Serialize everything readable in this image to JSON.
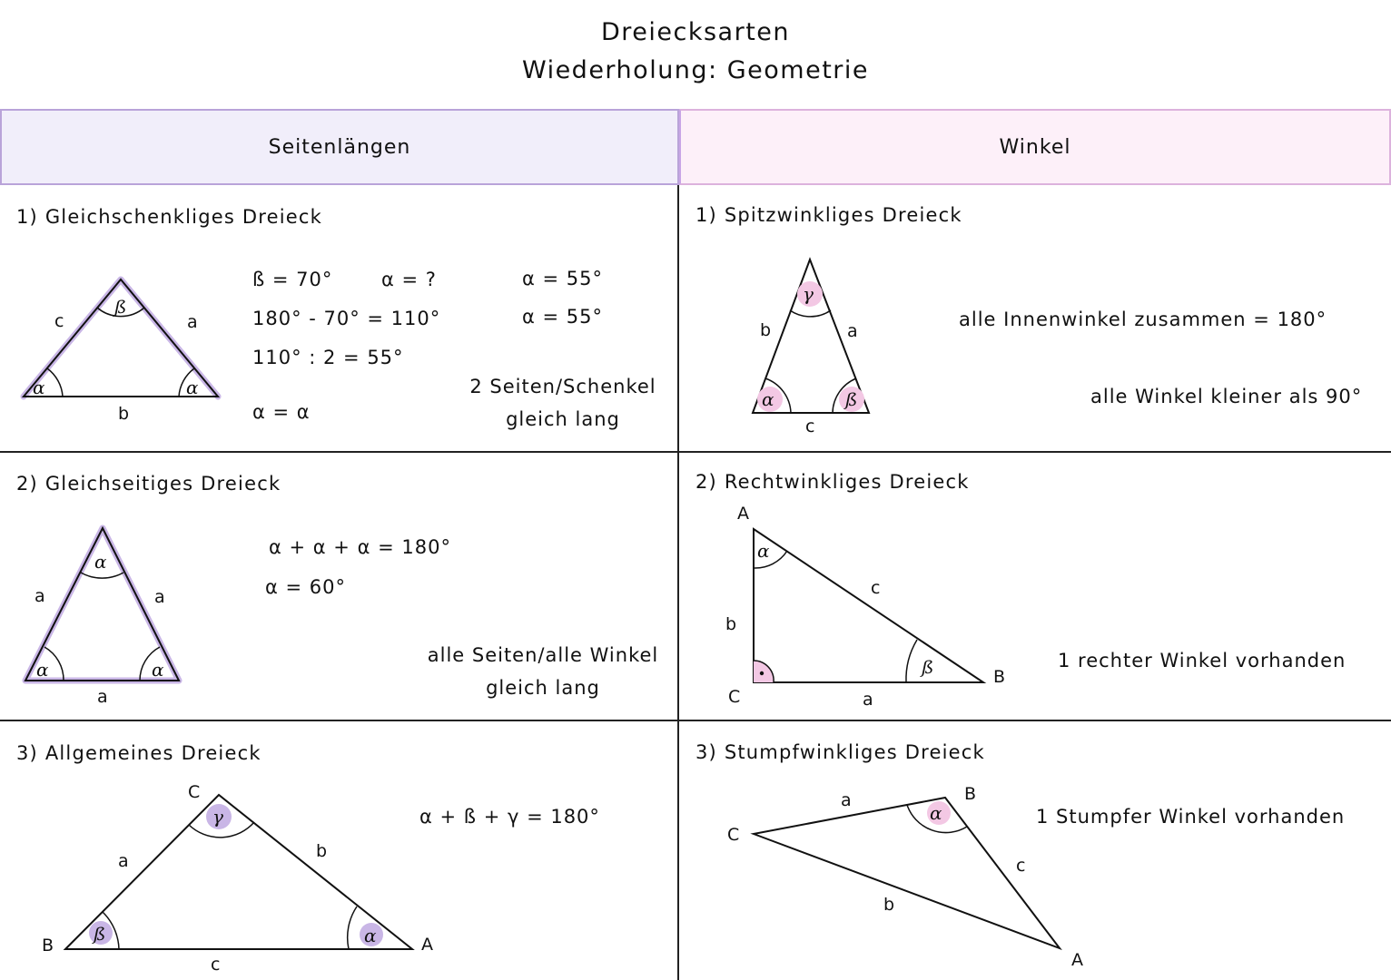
{
  "header": {
    "title": "Dreiecksarten",
    "subtitle": "Wiederholung: Geometrie"
  },
  "columns": {
    "left": "Seitenlängen",
    "right": "Winkel"
  },
  "colors": {
    "left_header_bg": "#f1eefa",
    "left_header_border": "#b9a3d9",
    "right_header_bg": "#fdf0f9",
    "right_header_border": "#dcb2dd",
    "purple_highlight": "#c9b6e6",
    "pink_highlight": "#f3c8e4"
  },
  "left": {
    "s1": {
      "title": "1) Gleichschenkliges Dreieck",
      "labels": {
        "side_left": "c",
        "side_right": "a",
        "side_bottom": "b",
        "angle_top": "ß",
        "angle_left": "α",
        "angle_right": "α"
      },
      "calc": [
        "ß = 70°",
        "α = ?",
        "180° - 70° = 110°",
        "110° : 2 = 55°",
        "α = α"
      ],
      "results": [
        "α = 55°",
        "α = 55°"
      ],
      "note": [
        "2 Seiten/Schenkel",
        "gleich lang"
      ]
    },
    "s2": {
      "title": "2) Gleichseitiges Dreieck",
      "labels": {
        "side_left": "a",
        "side_right": "a",
        "side_bottom": "a",
        "angle_top": "α",
        "angle_left": "α",
        "angle_right": "α"
      },
      "calc": [
        "α + α + α = 180°",
        "α = 60°"
      ],
      "note": [
        "alle Seiten/alle Winkel",
        "gleich lang"
      ]
    },
    "s3": {
      "title": "3) Allgemeines Dreieck",
      "labels": {
        "vertex_top": "C",
        "vertex_left": "B",
        "vertex_right": "A",
        "side_left": "a",
        "side_right": "b",
        "side_bottom": "c",
        "angle_top": "γ",
        "angle_left": "ß",
        "angle_right": "α"
      },
      "calc": [
        "α + ß + γ = 180°"
      ]
    }
  },
  "right": {
    "s1": {
      "title": "1) Spitzwinkliges Dreieck",
      "labels": {
        "side_left": "b",
        "side_right": "a",
        "side_bottom": "c",
        "angle_top": "γ",
        "angle_left": "α",
        "angle_right": "ß"
      },
      "notes": [
        "alle Innenwinkel zusammen = 180°",
        "alle Winkel kleiner als 90°"
      ]
    },
    "s2": {
      "title": "2) Rechtwinkliges Dreieck",
      "labels": {
        "vertex_top": "A",
        "vertex_bottom_left": "C",
        "vertex_right": "B",
        "side_left": "b",
        "side_bottom": "a",
        "side_hyp": "c",
        "angle_top": "α",
        "angle_right": "ß",
        "right_angle_mark": "•"
      },
      "note": "1 rechter Winkel vorhanden"
    },
    "s3": {
      "title": "3) Stumpfwinkliges Dreieck",
      "labels": {
        "vertex_left": "C",
        "vertex_top": "B",
        "vertex_bottom": "A",
        "side_top": "a",
        "side_bottom": "b",
        "side_right": "c",
        "angle_top": "α"
      },
      "note": "1 Stumpfer Winkel vorhanden"
    }
  }
}
